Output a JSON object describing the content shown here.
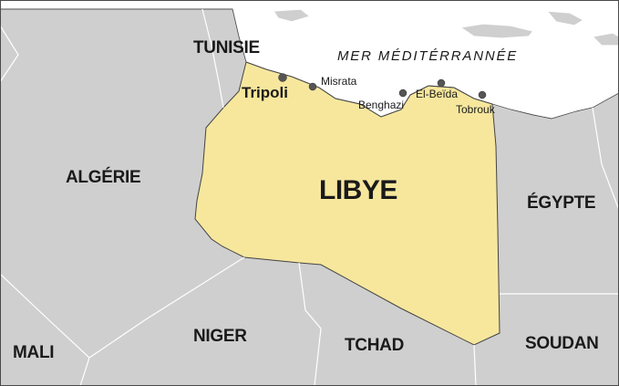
{
  "map": {
    "colors": {
      "highlight": "#f7e79d",
      "land": "#cfcfcf",
      "sea": "#ffffff",
      "city_marker": "#555555"
    },
    "highlighted_country": "LIBYE",
    "sea_label": "MER MÉDITÉRRANNÉE",
    "countries": {
      "tunisie": "TUNISIE",
      "algerie": "ALGÉRIE",
      "egypte": "ÉGYPTE",
      "niger": "NIGER",
      "tchad": "TCHAD",
      "soudan": "SOUDAN",
      "mali": "MALI"
    },
    "cities": {
      "capital": "Tripoli",
      "misrata": "Misrata",
      "benghazi": "Benghazi",
      "el_beida": "El-Beïda",
      "tobrouk": "Tobrouk"
    }
  }
}
